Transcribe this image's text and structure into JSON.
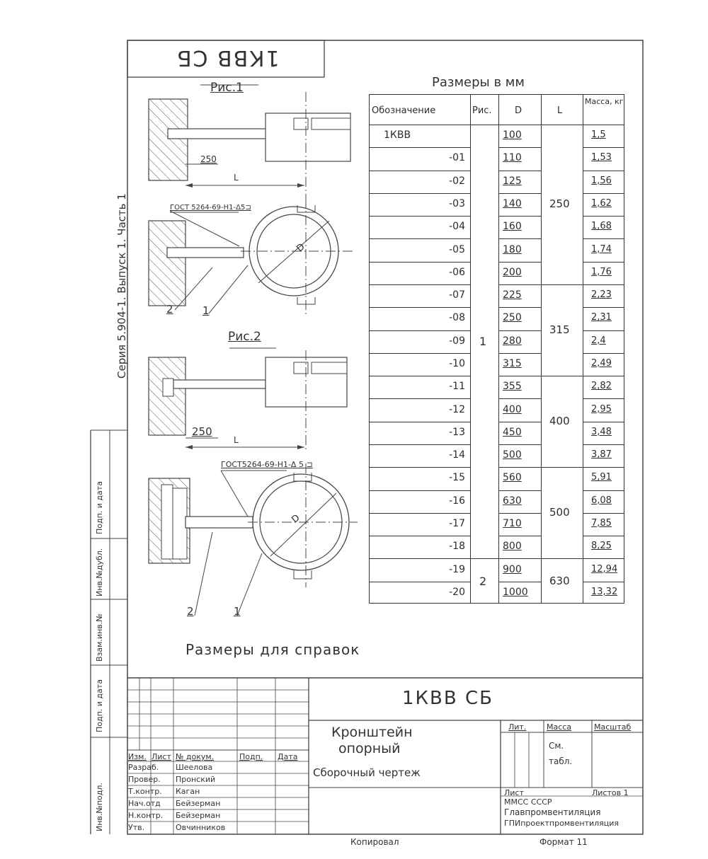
{
  "header": {
    "stamp_code": "1КВВ СБ",
    "series_text": "Серия 5.904-1. Выпуск 1. Часть 1"
  },
  "drawing": {
    "fig1_label": "Рис.1",
    "fig2_label": "Рис.2",
    "dim_250_top": "250",
    "dim_250_bottom": "250",
    "dim_L_top": "L",
    "dim_L_bottom": "L",
    "gost_top": "ГОСТ 5264-69-Н1-Δ5⊐",
    "gost_bottom": "ГОСТ5264-69-Н1-Δ 5 ⊐",
    "dia_top": "D",
    "dia_bottom": "D",
    "pos_2_top": "2",
    "pos_1_top": "1",
    "pos_2_bottom": "2",
    "pos_1_bottom": "1",
    "reference_note": "Размеры для справок"
  },
  "table": {
    "caption": "Размеры в мм",
    "headers": {
      "designation": "Обозначение",
      "figure": "Рис.",
      "D": "D",
      "L": "L",
      "mass": "Масса, кг"
    },
    "rows": [
      {
        "designation": "1КВВ",
        "D": "100",
        "mass": "1,5"
      },
      {
        "designation": "-01",
        "D": "110",
        "mass": "1,53"
      },
      {
        "designation": "-02",
        "D": "125",
        "mass": "1,56"
      },
      {
        "designation": "-03",
        "D": "140",
        "mass": "1,62"
      },
      {
        "designation": "-04",
        "D": "160",
        "mass": "1,68"
      },
      {
        "designation": "-05",
        "D": "180",
        "mass": "1,74"
      },
      {
        "designation": "-06",
        "D": "200",
        "mass": "1,76"
      },
      {
        "designation": "-07",
        "D": "225",
        "mass": "2,23"
      },
      {
        "designation": "-08",
        "D": "250",
        "mass": "2,31"
      },
      {
        "designation": "-09",
        "D": "280",
        "mass": "2,4"
      },
      {
        "designation": "-10",
        "D": "315",
        "mass": "2,49"
      },
      {
        "designation": "-11",
        "D": "355",
        "mass": "2,82"
      },
      {
        "designation": "-12",
        "D": "400",
        "mass": "2,95"
      },
      {
        "designation": "-13",
        "D": "450",
        "mass": "3,48"
      },
      {
        "designation": "-14",
        "D": "500",
        "mass": "3,87"
      },
      {
        "designation": "-15",
        "D": "560",
        "mass": "5,91"
      },
      {
        "designation": "-16",
        "D": "630",
        "mass": "6,08"
      },
      {
        "designation": "-17",
        "D": "710",
        "mass": "7,85"
      },
      {
        "designation": "-18",
        "D": "800",
        "mass": "8,25"
      },
      {
        "designation": "-19",
        "D": "900",
        "mass": "12,94"
      },
      {
        "designation": "-20",
        "D": "1000",
        "mass": "13,32"
      }
    ],
    "fig_groups": [
      {
        "value": "1",
        "rows": [
          0,
          18
        ]
      },
      {
        "value": "2",
        "rows": [
          19,
          20
        ]
      }
    ],
    "L_groups": [
      {
        "value": "250",
        "rows": [
          0,
          6
        ]
      },
      {
        "value": "315",
        "rows": [
          7,
          10
        ]
      },
      {
        "value": "400",
        "rows": [
          11,
          14
        ]
      },
      {
        "value": "500",
        "rows": [
          15,
          18
        ]
      },
      {
        "value": "630",
        "rows": [
          19,
          20
        ]
      }
    ]
  },
  "title_block": {
    "code": "1КВВ СБ",
    "name_line1": "Кронштейн",
    "name_line2": "опорный",
    "doc_type": "Сборочный чертеж",
    "col_headers": [
      "Изм.",
      "Лист",
      "№ докум.",
      "Подп.",
      "Дата"
    ],
    "roles": [
      {
        "role": "Разраб.",
        "name": "Шеелова"
      },
      {
        "role": "Провер.",
        "name": "Пронский"
      },
      {
        "role": "Т.контр.",
        "name": "Каган"
      },
      {
        "role": "Нач.отд",
        "name": "Бейзерман"
      },
      {
        "role": "Н.контр.",
        "name": "Бейзерман"
      },
      {
        "role": "Утв.",
        "name": "Овчинников"
      }
    ],
    "lit_label": "Лит.",
    "mass_label": "Масса",
    "scale_label": "Масштаб",
    "mass_value": "См. табл.",
    "sheet_label": "Лист",
    "sheets_label": "Листов 1",
    "org_line1": "ММСС СССР",
    "org_line2": "Главпромвентиляция",
    "org_line3": "ГПИпроектпромвентиляция"
  },
  "side_stamps": [
    "Инв.№подл.",
    "Подп. и дата",
    "Взам.инв.№",
    "Инв.№дубл.",
    "Подп. и дата"
  ],
  "footer": {
    "copied_label": "Копировал",
    "format_label": "Формат 11"
  }
}
